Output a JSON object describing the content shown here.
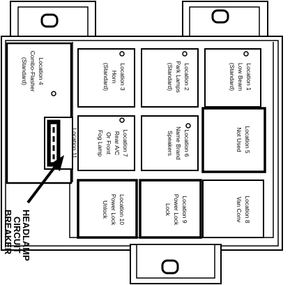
{
  "colors": {
    "stroke": "#000000",
    "background": "#ffffff"
  },
  "locations": {
    "loc1": {
      "name": "Location 1",
      "desc1": "Low Beam",
      "desc2": "(Standard)",
      "desc3": ""
    },
    "loc2": {
      "name": "Location 2",
      "desc1": "Park Lamps",
      "desc2": "(Standard)",
      "desc3": ""
    },
    "loc3": {
      "name": "Location 3",
      "desc1": "Horn",
      "desc2": "(Standard)",
      "desc3": ""
    },
    "loc4": {
      "name": "Location 4",
      "desc1": "Combo-Flasher",
      "desc2": "(Standard)",
      "desc3": ""
    },
    "loc5": {
      "name": "Location 5",
      "desc1": "Not Used",
      "desc2": "",
      "desc3": ""
    },
    "loc6": {
      "name": "Location 6",
      "desc1": "Name Brand",
      "desc2": "Speakers",
      "desc3": ""
    },
    "loc7": {
      "name": "Location 7",
      "desc1": "Rear A/C",
      "desc2": "Or Front",
      "desc3": "Fog Lamp"
    },
    "loc8": {
      "name": "Location 8",
      "desc1": "Van Conv",
      "desc2": "",
      "desc3": ""
    },
    "loc9": {
      "name": "Location 9",
      "desc1": "Power Lock",
      "desc2": "Lock",
      "desc3": ""
    },
    "loc10": {
      "name": "Location 10",
      "desc1": "Power Lock",
      "desc2": "Unlock",
      "desc3": ""
    },
    "loc11": {
      "name": "Location 11",
      "desc1": "",
      "desc2": "",
      "desc3": ""
    }
  },
  "callout": {
    "line1": "HEADLAMP",
    "line2": "CIRCUIT",
    "line3": "BREAKER"
  }
}
